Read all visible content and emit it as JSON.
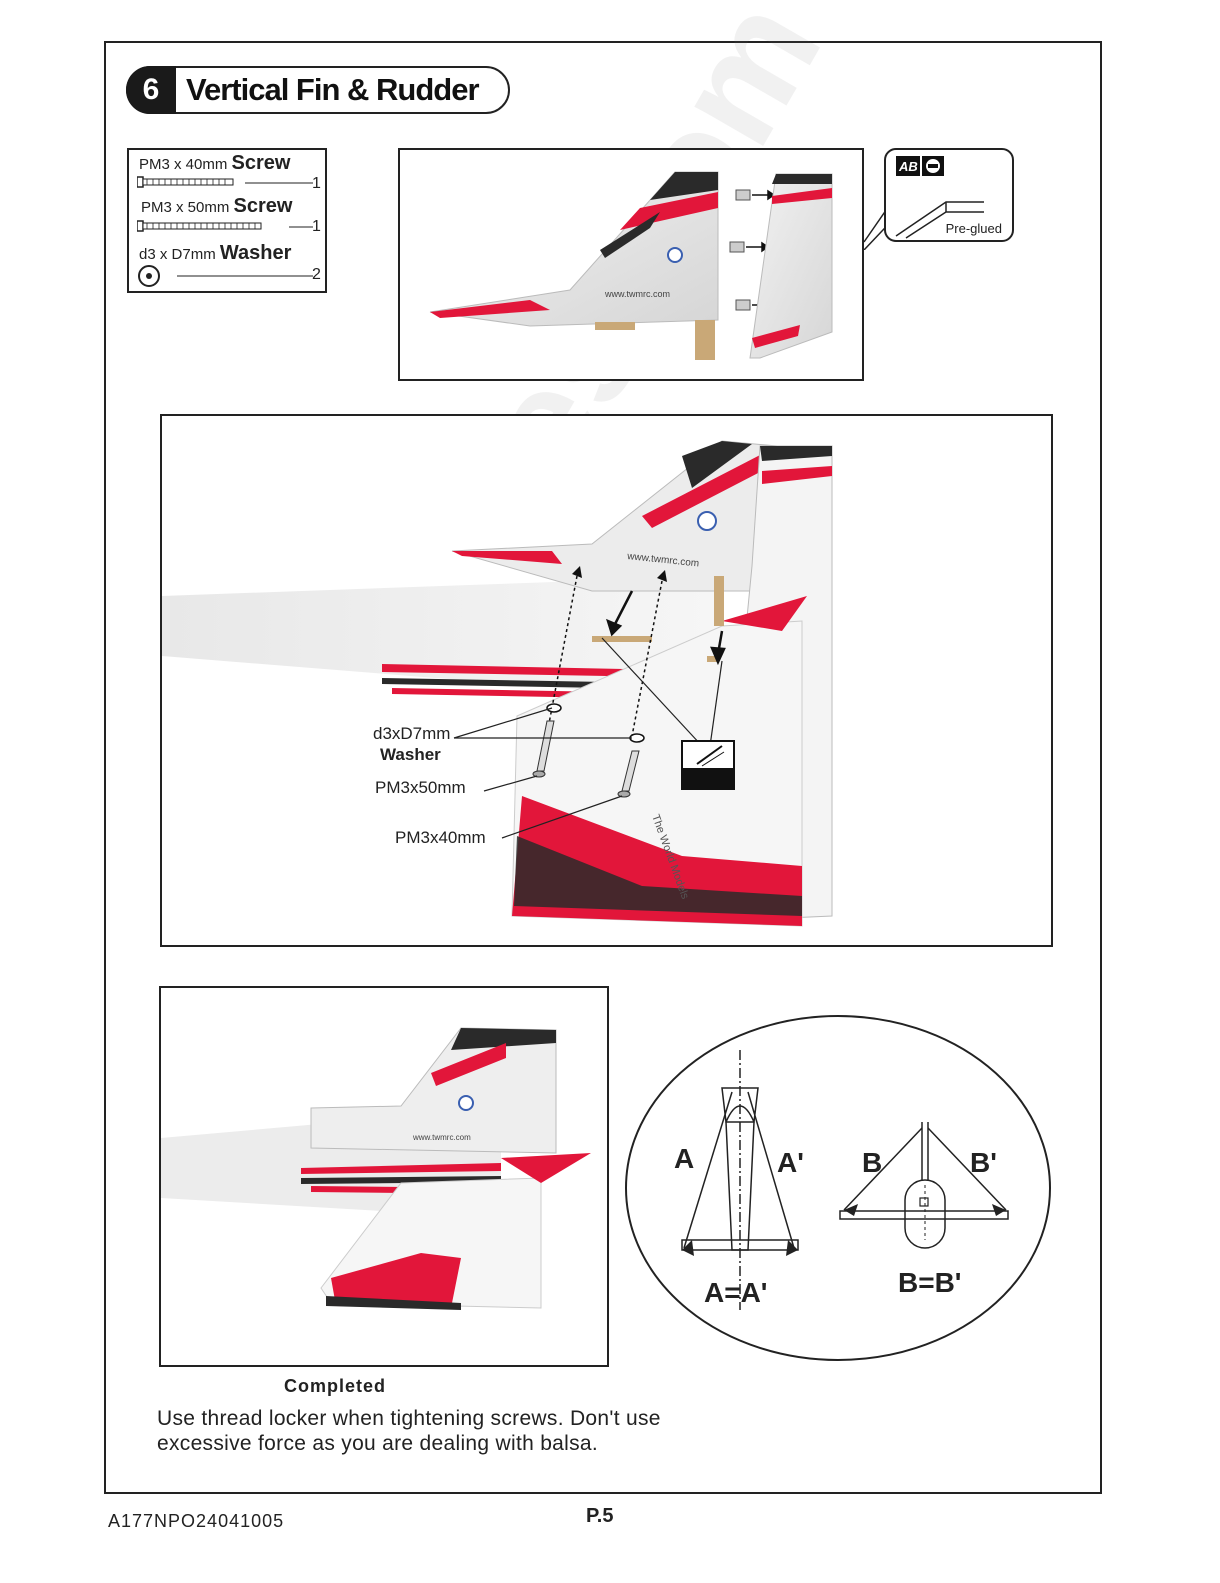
{
  "step": {
    "number": "6",
    "title": "Vertical Fin & Rudder"
  },
  "parts": [
    {
      "spec": "PM3 x 40mm",
      "name": "Screw",
      "qty": "1"
    },
    {
      "spec": "PM3 x 50mm",
      "name": "Screw",
      "qty": "1"
    },
    {
      "spec": "d3 x D7mm",
      "name": "Washer",
      "qty": "2"
    }
  ],
  "callout": {
    "glue_icon": "AB",
    "label": "Pre-glued"
  },
  "fin_photo_text": "www.twmrc.com",
  "assembly_labels": {
    "washer_spec": "d3xD7mm",
    "washer_name": "Washer",
    "screw_50": "PM3x50mm",
    "screw_40": "PM3x40mm"
  },
  "alignment": {
    "label_a": "A",
    "label_a_prime": "A'",
    "equation_a": "A=A'",
    "label_b": "B",
    "label_b_prime": "B'",
    "equation_b": "B=B'"
  },
  "completed_caption": "Completed",
  "note": "Use thread locker when tightening screws.  Don't use excessive force as you are dealing with balsa.",
  "footer": {
    "code": "A177NPO24041005",
    "page": "P.5"
  },
  "watermark": "all-guides.com",
  "colors": {
    "accent_red": "#e2163a",
    "dark": "#1a1a1a"
  }
}
